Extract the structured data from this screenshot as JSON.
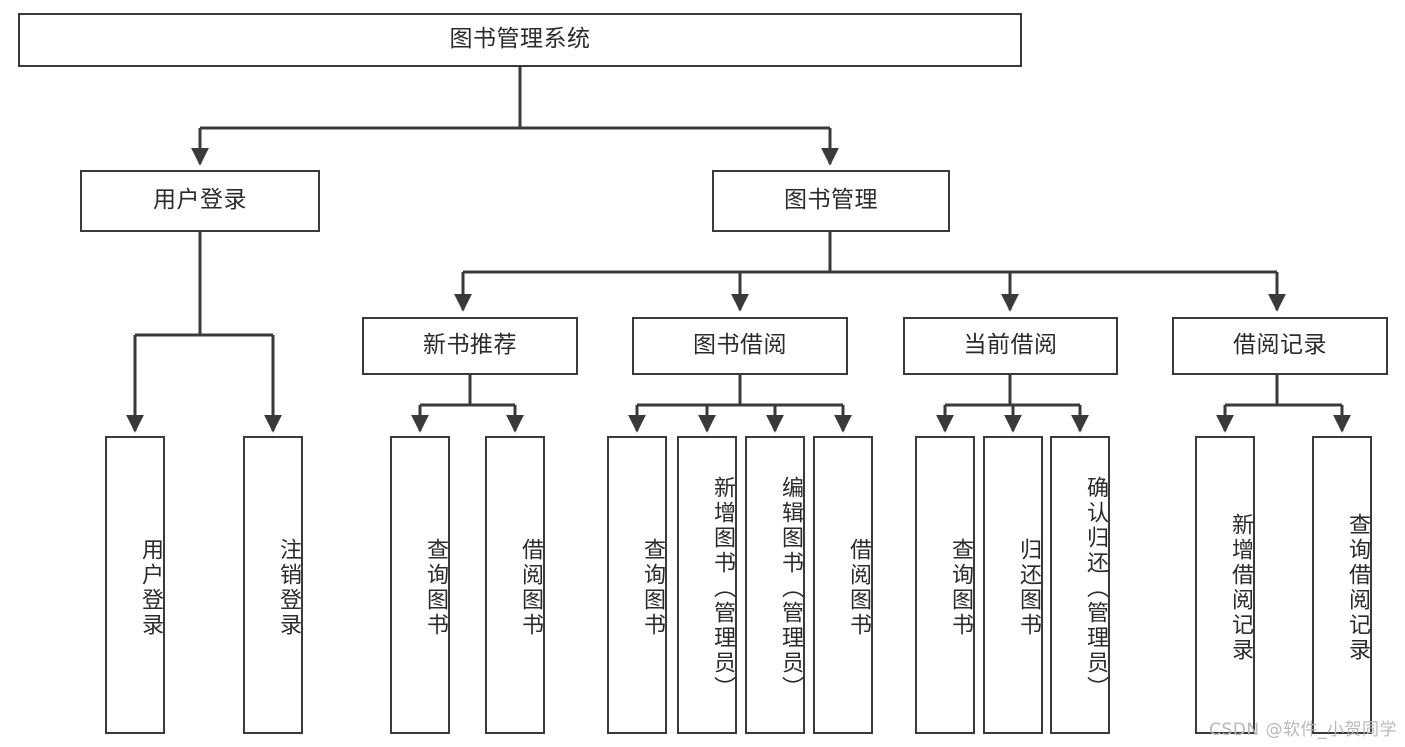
{
  "diagram": {
    "title": "图书管理系统",
    "type": "hierarchy-tree",
    "watermark": "CSDN @软件_小贺同学",
    "nodes": {
      "root": {
        "label": "图书管理系统",
        "level": 1
      },
      "user_login": {
        "label": "用户登录",
        "level": 2
      },
      "book_manage": {
        "label": "图书管理",
        "level": 2
      },
      "new_book_rec": {
        "label": "新书推荐",
        "level": 3
      },
      "book_borrow": {
        "label": "图书借阅",
        "level": 3
      },
      "current_borrow": {
        "label": "当前借阅",
        "level": 3
      },
      "borrow_record": {
        "label": "借阅记录",
        "level": 3
      },
      "leaf_user_login": {
        "label": "用户登录",
        "level": 4
      },
      "leaf_logout": {
        "label": "注销登录",
        "level": 4
      },
      "leaf_query_book_1": {
        "label": "查询图书",
        "level": 4
      },
      "leaf_borrow_book_1": {
        "label": "借阅图书",
        "level": 4
      },
      "leaf_query_book_2": {
        "label": "查询图书",
        "level": 4
      },
      "leaf_add_book": {
        "label": "新增图书（管理员）",
        "level": 4
      },
      "leaf_edit_book": {
        "label": "编辑图书（管理员）",
        "level": 4
      },
      "leaf_borrow_book_2": {
        "label": "借阅图书",
        "level": 4
      },
      "leaf_query_book_3": {
        "label": "查询图书",
        "level": 4
      },
      "leaf_return_book": {
        "label": "归还图书",
        "level": 4
      },
      "leaf_confirm_return": {
        "label": "确认归还（管理员）",
        "level": 4
      },
      "leaf_add_record": {
        "label": "新增借阅记录",
        "level": 4
      },
      "leaf_query_record": {
        "label": "查询借阅记录",
        "level": 4
      }
    },
    "edges": [
      {
        "from": "root",
        "to": "user_login"
      },
      {
        "from": "root",
        "to": "book_manage"
      },
      {
        "from": "user_login",
        "to": "leaf_user_login"
      },
      {
        "from": "user_login",
        "to": "leaf_logout"
      },
      {
        "from": "book_manage",
        "to": "new_book_rec"
      },
      {
        "from": "book_manage",
        "to": "book_borrow"
      },
      {
        "from": "book_manage",
        "to": "current_borrow"
      },
      {
        "from": "book_manage",
        "to": "borrow_record"
      },
      {
        "from": "new_book_rec",
        "to": "leaf_query_book_1"
      },
      {
        "from": "new_book_rec",
        "to": "leaf_borrow_book_1"
      },
      {
        "from": "book_borrow",
        "to": "leaf_query_book_2"
      },
      {
        "from": "book_borrow",
        "to": "leaf_add_book"
      },
      {
        "from": "book_borrow",
        "to": "leaf_edit_book"
      },
      {
        "from": "book_borrow",
        "to": "leaf_borrow_book_2"
      },
      {
        "from": "current_borrow",
        "to": "leaf_query_book_3"
      },
      {
        "from": "current_borrow",
        "to": "leaf_return_book"
      },
      {
        "from": "current_borrow",
        "to": "leaf_confirm_return"
      },
      {
        "from": "borrow_record",
        "to": "leaf_add_record"
      },
      {
        "from": "borrow_record",
        "to": "leaf_query_record"
      }
    ],
    "colors": {
      "stroke": "#3a3a3a",
      "fill": "#ffffff",
      "text": "#2b2b2b",
      "watermark": "#b9b9b9"
    }
  }
}
